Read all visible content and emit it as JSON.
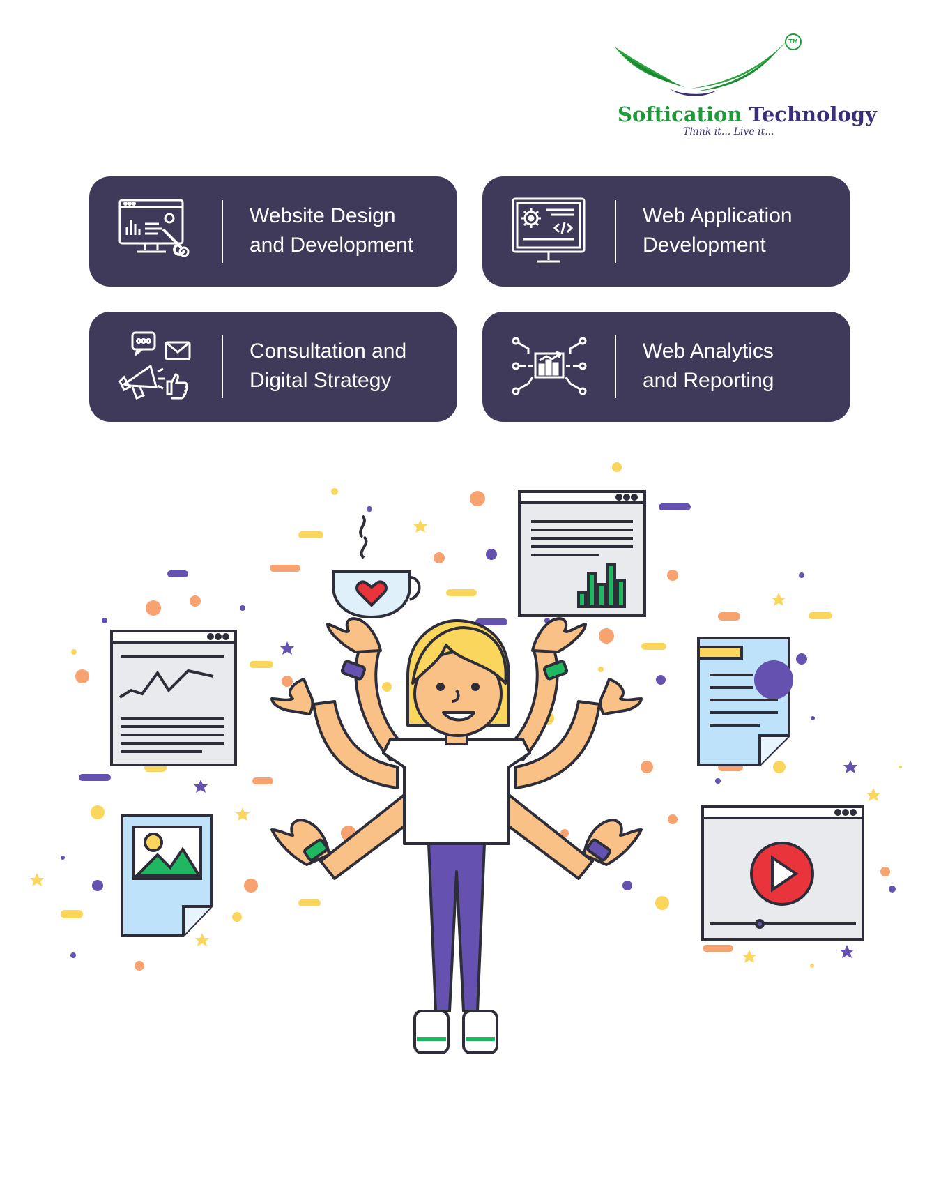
{
  "logo": {
    "name_part1": "Softication",
    "name_part2": "Technology",
    "tagline": "Think it... Live it...",
    "trademark": "TM",
    "brand_green": "#1f9a3a",
    "brand_purple": "#3a2f7a"
  },
  "services": [
    {
      "line1": "Website Design",
      "line2": "and Development",
      "icon": "monitor-wrench-icon"
    },
    {
      "line1": "Web Application",
      "line2": "Development",
      "icon": "monitor-gear-code-icon"
    },
    {
      "line1": "Consultation and",
      "line2": "Digital Strategy",
      "icon": "megaphone-chat-like-icon"
    },
    {
      "line1": "Web Analytics",
      "line2": "and Reporting",
      "icon": "analytics-network-icon"
    }
  ],
  "colors": {
    "card_bg": "#3f3a59",
    "accent_purple": "#6552b0",
    "accent_orange": "#f7a26f",
    "accent_yellow": "#fbd65c",
    "accent_green": "#1fb861",
    "accent_red": "#e8343a"
  }
}
